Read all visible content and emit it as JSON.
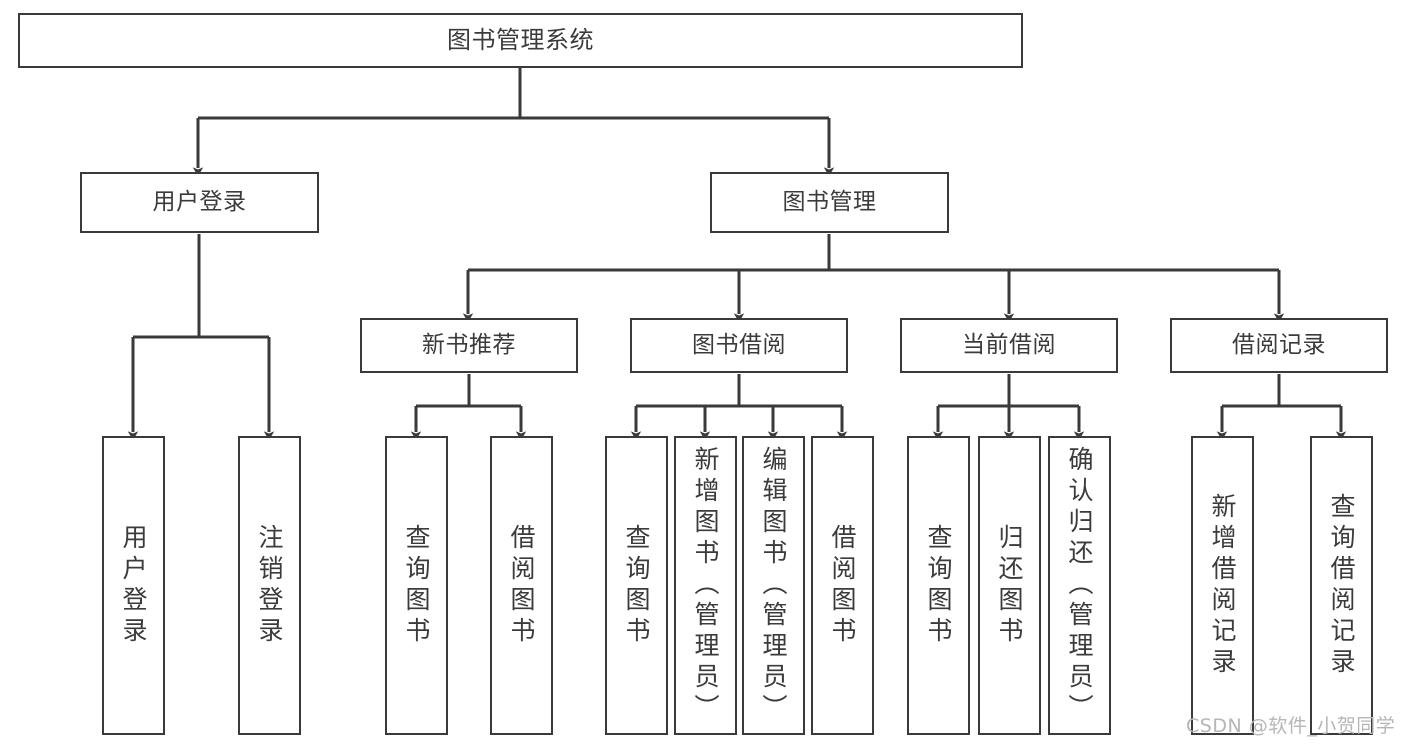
{
  "diagram": {
    "title": "图书管理系统",
    "type": "tree",
    "watermark": "CSDN @软件_小贺同学",
    "colors": {
      "stroke": "#3a3a3a",
      "box_fill": "#ffffff",
      "text": "#3b3b3b",
      "background": "#ffffff",
      "watermark": "#b6b6b6"
    }
  },
  "nodes": {
    "root": {
      "label": "图书管理系统"
    },
    "level2": [
      {
        "label": "用户登录"
      },
      {
        "label": "图书管理"
      }
    ],
    "level3": [
      {
        "label": "新书推荐"
      },
      {
        "label": "图书借阅"
      },
      {
        "label": "当前借阅"
      },
      {
        "label": "借阅记录"
      }
    ],
    "leaves": {
      "user_login": [
        {
          "label": "用户登录"
        },
        {
          "label": "注销登录"
        }
      ],
      "new_book_recommend": [
        {
          "label": "查询图书"
        },
        {
          "label": "借阅图书"
        }
      ],
      "book_borrow": [
        {
          "label": "查询图书"
        },
        {
          "label": "新增图书（管理员）"
        },
        {
          "label": "编辑图书（管理员）"
        },
        {
          "label": "借阅图书"
        }
      ],
      "current_borrow": [
        {
          "label": "查询图书"
        },
        {
          "label": "归还图书"
        },
        {
          "label": "确认归还（管理员）"
        }
      ],
      "borrow_record": [
        {
          "label": "新增借阅记录"
        },
        {
          "label": "查询借阅记录"
        }
      ]
    }
  }
}
